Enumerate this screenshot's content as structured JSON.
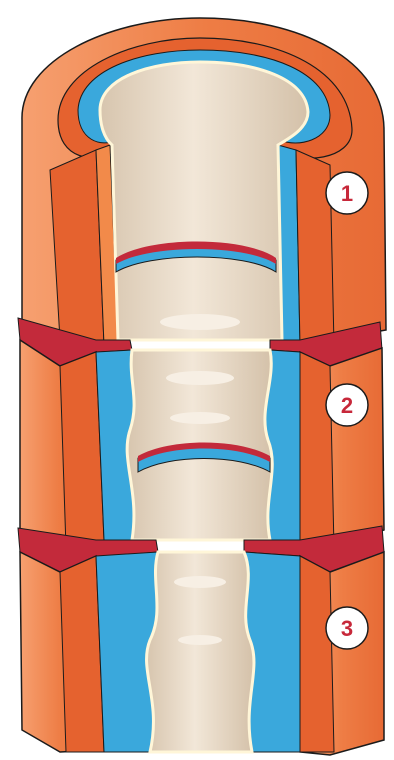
{
  "diagram": {
    "colors": {
      "outer_layer": "#ee7d45",
      "outer_layer_light": "#f6a070",
      "middle_layer": "#e5622f",
      "inner_muscle": "#f28a4a",
      "blue_layer": "#3aa8dc",
      "intima_edge": "#fff6d8",
      "lumen": "#e9d9c4",
      "lumen_highlight": "#f7efe4",
      "cut_red": "#c32a3b",
      "outline": "#1b1b1b",
      "marker_fill": "#ffffff",
      "marker_text": "#c7283a"
    },
    "markers": [
      {
        "label": "1"
      },
      {
        "label": "2"
      },
      {
        "label": "3"
      }
    ]
  }
}
